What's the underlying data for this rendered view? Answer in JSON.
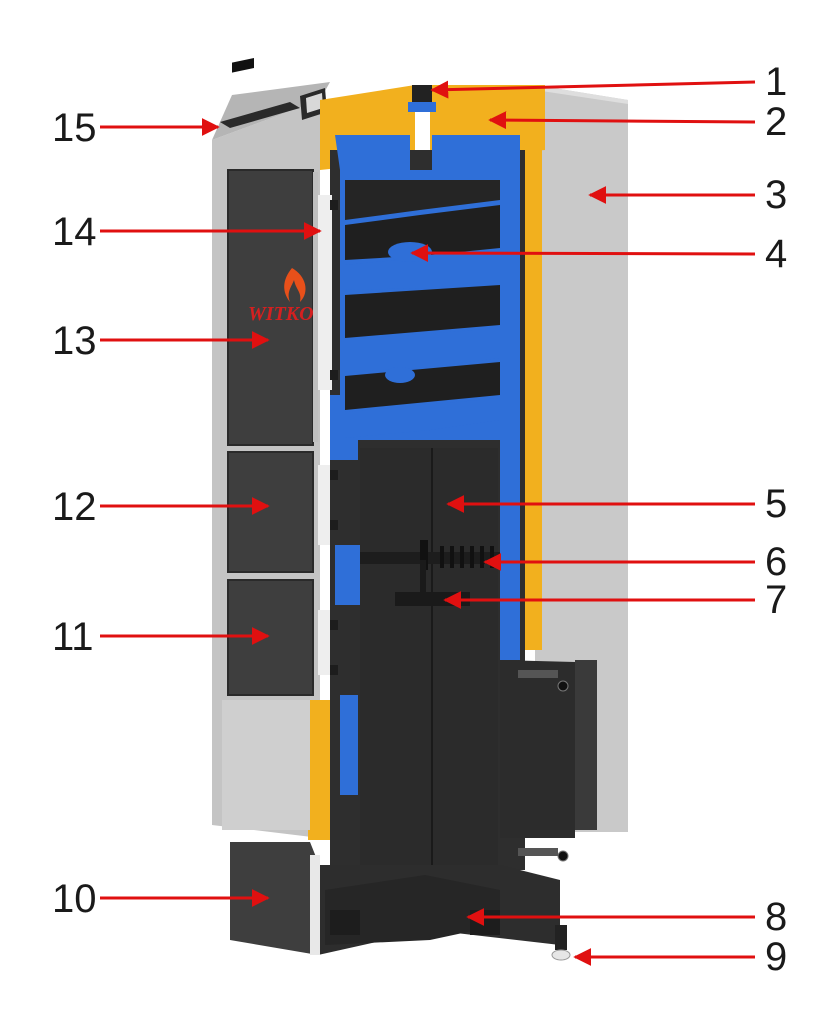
{
  "brand": {
    "logo_text": "WITKO",
    "flame_color": "#e8501a",
    "logo_color": "#d42020"
  },
  "colors": {
    "casing": "#c8c8c8",
    "insulation": "#f2b01e",
    "water_jacket": "#2f6fd8",
    "steel": "#3a3a3a",
    "arrow": "#e01010"
  },
  "callouts": [
    {
      "id": "1",
      "text": "1"
    },
    {
      "id": "2",
      "text": "2"
    },
    {
      "id": "3",
      "text": "3"
    },
    {
      "id": "4",
      "text": "4"
    },
    {
      "id": "5",
      "text": "5"
    },
    {
      "id": "6",
      "text": "6"
    },
    {
      "id": "7",
      "text": "7"
    },
    {
      "id": "8",
      "text": "8"
    },
    {
      "id": "9",
      "text": "9"
    },
    {
      "id": "10",
      "text": "10"
    },
    {
      "id": "11",
      "text": "11"
    },
    {
      "id": "12",
      "text": "12"
    },
    {
      "id": "13",
      "text": "13"
    },
    {
      "id": "14",
      "text": "14"
    },
    {
      "id": "15",
      "text": "15"
    }
  ]
}
